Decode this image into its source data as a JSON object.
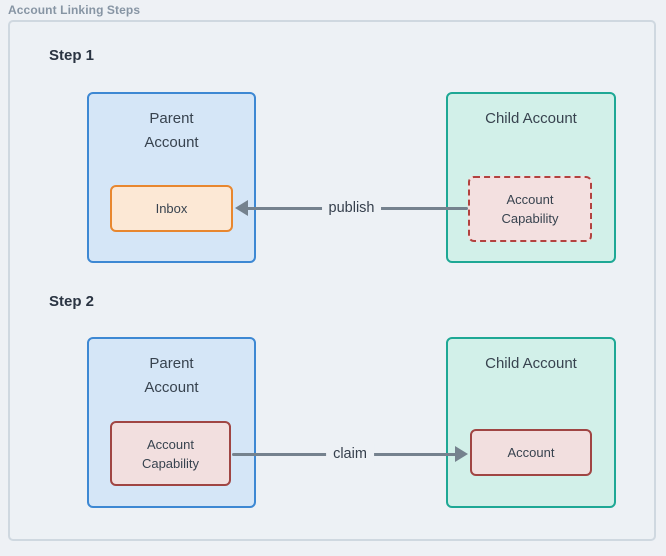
{
  "frame": {
    "label": "Account Linking Steps"
  },
  "colors": {
    "background": "#eef1f5",
    "panel_border": "#cfd8e0",
    "parent_fill": "#d5e6f7",
    "parent_border": "#3d88d3",
    "child_fill": "#d2f0e9",
    "child_border": "#1ea895",
    "inbox_fill": "#fce8d5",
    "inbox_border": "#e8872f",
    "capability_fill": "#f3e0e0",
    "capability_border": "#b2423f",
    "arrow": "#75828e"
  },
  "steps": [
    {
      "label": "Step 1",
      "parent": {
        "title": "Parent Account",
        "inner": {
          "label": "Inbox",
          "style": "solid-orange"
        }
      },
      "child": {
        "title": "Child Account",
        "inner": {
          "label": "Account Capability",
          "style": "dashed-red"
        }
      },
      "arrow": {
        "label": "publish",
        "direction": "left",
        "from": "child-account-capability",
        "to": "parent-inbox"
      }
    },
    {
      "label": "Step 2",
      "parent": {
        "title": "Parent Account",
        "inner": {
          "label": "Account Capability",
          "style": "solid-red"
        }
      },
      "child": {
        "title": "Child Account",
        "inner": {
          "label": "Account",
          "style": "solid-red"
        }
      },
      "arrow": {
        "label": "claim",
        "direction": "right",
        "from": "parent-account-capability",
        "to": "child-account"
      }
    }
  ]
}
